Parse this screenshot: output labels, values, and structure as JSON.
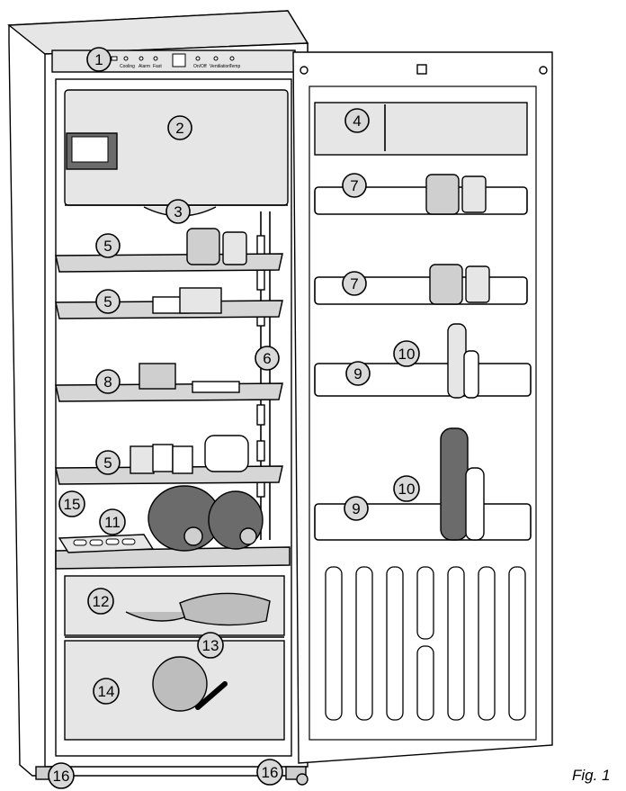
{
  "figure_label": "Fig. 1",
  "control_panel_labels": [
    "Cooling",
    "Alarm",
    "Fast",
    "On/Off",
    "Ventilation",
    "Temp"
  ],
  "callouts": [
    "1",
    "2",
    "3",
    "4",
    "5",
    "5",
    "5",
    "6",
    "7",
    "7",
    "8",
    "9",
    "9",
    "10",
    "10",
    "11",
    "12",
    "13",
    "14",
    "15",
    "16",
    "16"
  ]
}
